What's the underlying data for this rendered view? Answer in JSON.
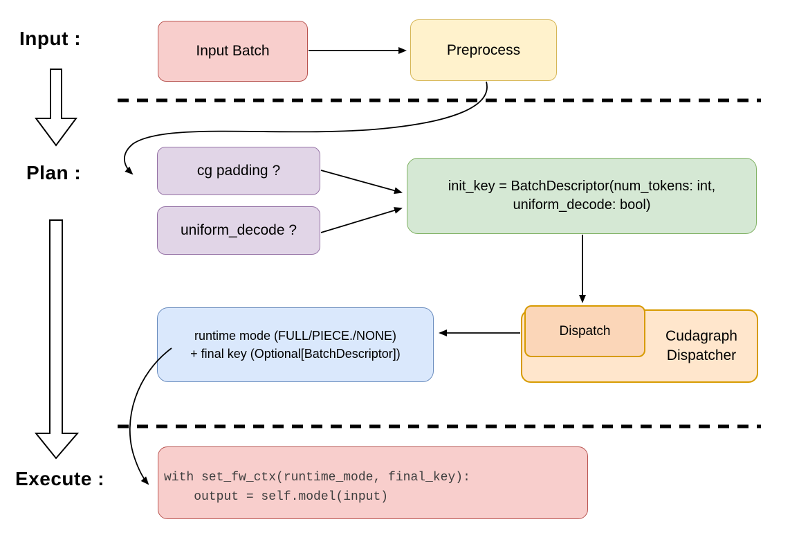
{
  "diagram": {
    "title_semantics": "cudagraph dispatch flow",
    "stage_labels": {
      "input": "Input :",
      "plan": "Plan :",
      "execute": "Execute :"
    },
    "nodes": {
      "input_batch": {
        "label": "Input Batch",
        "fill": "#f8cecc",
        "stroke": "#b85450"
      },
      "preprocess": {
        "label": "Preprocess",
        "fill": "#fff2cc",
        "stroke": "#d6b656"
      },
      "cg_padding": {
        "label": "cg padding ?",
        "fill": "#e1d5e7",
        "stroke": "#9673a6"
      },
      "uniform_decode": {
        "label": "uniform_decode ?",
        "fill": "#e1d5e7",
        "stroke": "#9673a6"
      },
      "init_key": {
        "line1": "init_key = BatchDescriptor(num_tokens: int,",
        "line2": "uniform_decode: bool)",
        "fill": "#d5e8d4",
        "stroke": "#82b366"
      },
      "runtime_mode": {
        "line1": "runtime mode (FULL/PIECE./NONE)",
        "line2": "+ final key (Optional[BatchDescriptor])",
        "fill": "#dae8fc",
        "stroke": "#6c8ebf"
      },
      "dispatch": {
        "label": "Dispatch",
        "fill": "#fbd6b8",
        "stroke": "#d79b00"
      },
      "cudagraph_dispatcher": {
        "line1": "Cudagraph",
        "line2": "Dispatcher",
        "fill": "#ffe6cc",
        "stroke": "#d79b00"
      },
      "execute_code": {
        "line1": "with set_fw_ctx(runtime_mode, final_key):",
        "line2": "    output = self.model(input)",
        "fill": "#f8cecc",
        "stroke": "#b85450"
      }
    },
    "colors": {
      "connector": "#000000",
      "separator": "#000000",
      "stage_arrow_fill": "#ffffff",
      "stage_arrow_stroke": "#000000",
      "background": "#ffffff"
    }
  }
}
